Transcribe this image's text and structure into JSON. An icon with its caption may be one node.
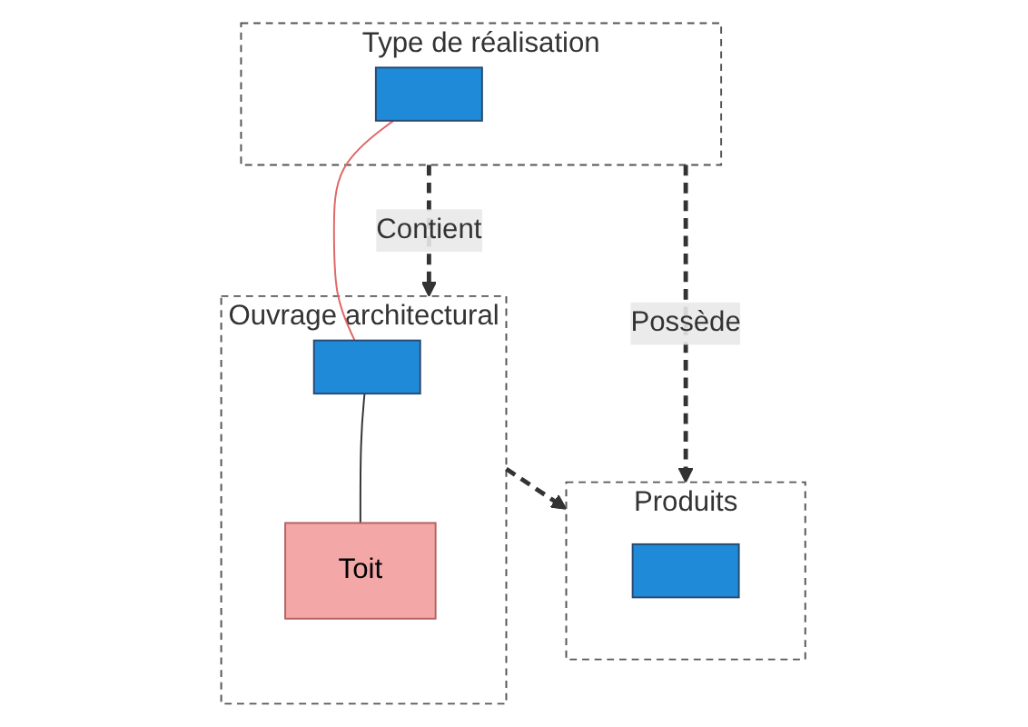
{
  "diagram": {
    "nodes": [
      {
        "text": [
          "Type de réalisation"
        ]
      },
      {
        "text": [],
        "shape": "box",
        "in": 0
      },
      {
        "text": [
          "Produits"
        ]
      },
      {
        "text": [],
        "shape": "box",
        "in": 2
      },
      {
        "text": [
          "Ouvrage architectural"
        ]
      },
      {
        "text": [],
        "shape": "box",
        "in": 4
      },
      {
        "text": [
          "Toit"
        ],
        "in": 4
      }
    ],
    "edges": [
      {
        "from": 0,
        "to": 2,
        "arrow": "to",
        "label": "Possède",
        "style": "dashed"
      },
      {
        "from": 0,
        "to": 4,
        "arrow": "to",
        "label": "Contient",
        "style": "dashed"
      },
      {
        "from": 4,
        "to": 2,
        "arrow": "to",
        "style": "dashed"
      },
      {
        "from": 1,
        "to": 5,
        "arrow": "none",
        "color": "#e06666"
      },
      {
        "from": 5,
        "to": 6,
        "arrow": "none"
      }
    ]
  }
}
